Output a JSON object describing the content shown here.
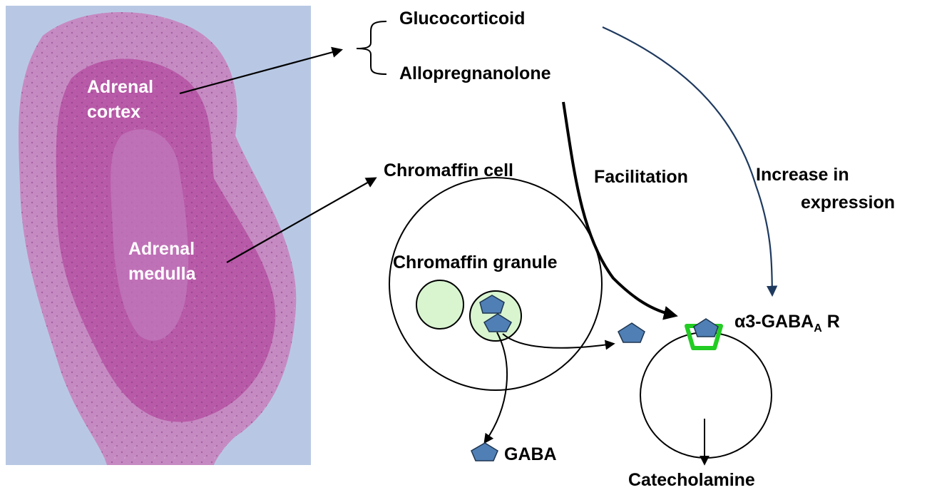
{
  "histology": {
    "cortex_label": [
      "Adrenal",
      "cortex"
    ],
    "medulla_label": [
      "Adrenal",
      "medulla"
    ]
  },
  "hormones": {
    "top": "Glucocorticoid",
    "bottom": "Allopregnanolone"
  },
  "labels": {
    "chromaffin_cell": "Chromaffin cell",
    "chromaffin_granule": "Chromaffin granule",
    "facilitation": "Facilitation",
    "increase_expression": [
      "Increase in",
      "expression"
    ],
    "receptor_prefix": "α3-GABA",
    "receptor_subscript": "A",
    "receptor_suffix": " R",
    "gaba": "GABA",
    "catecholamine": "Catecholamine"
  },
  "colors": {
    "tissue_bg": "#b8c8e4",
    "cortex": "#c68ac2",
    "medulla": "#b85aa8",
    "granule_fill": "#d8f5d0",
    "gaba_fill": "#4f7fb5",
    "receptor": "#22cc22",
    "expression_arrow": "#1f3a5f"
  }
}
